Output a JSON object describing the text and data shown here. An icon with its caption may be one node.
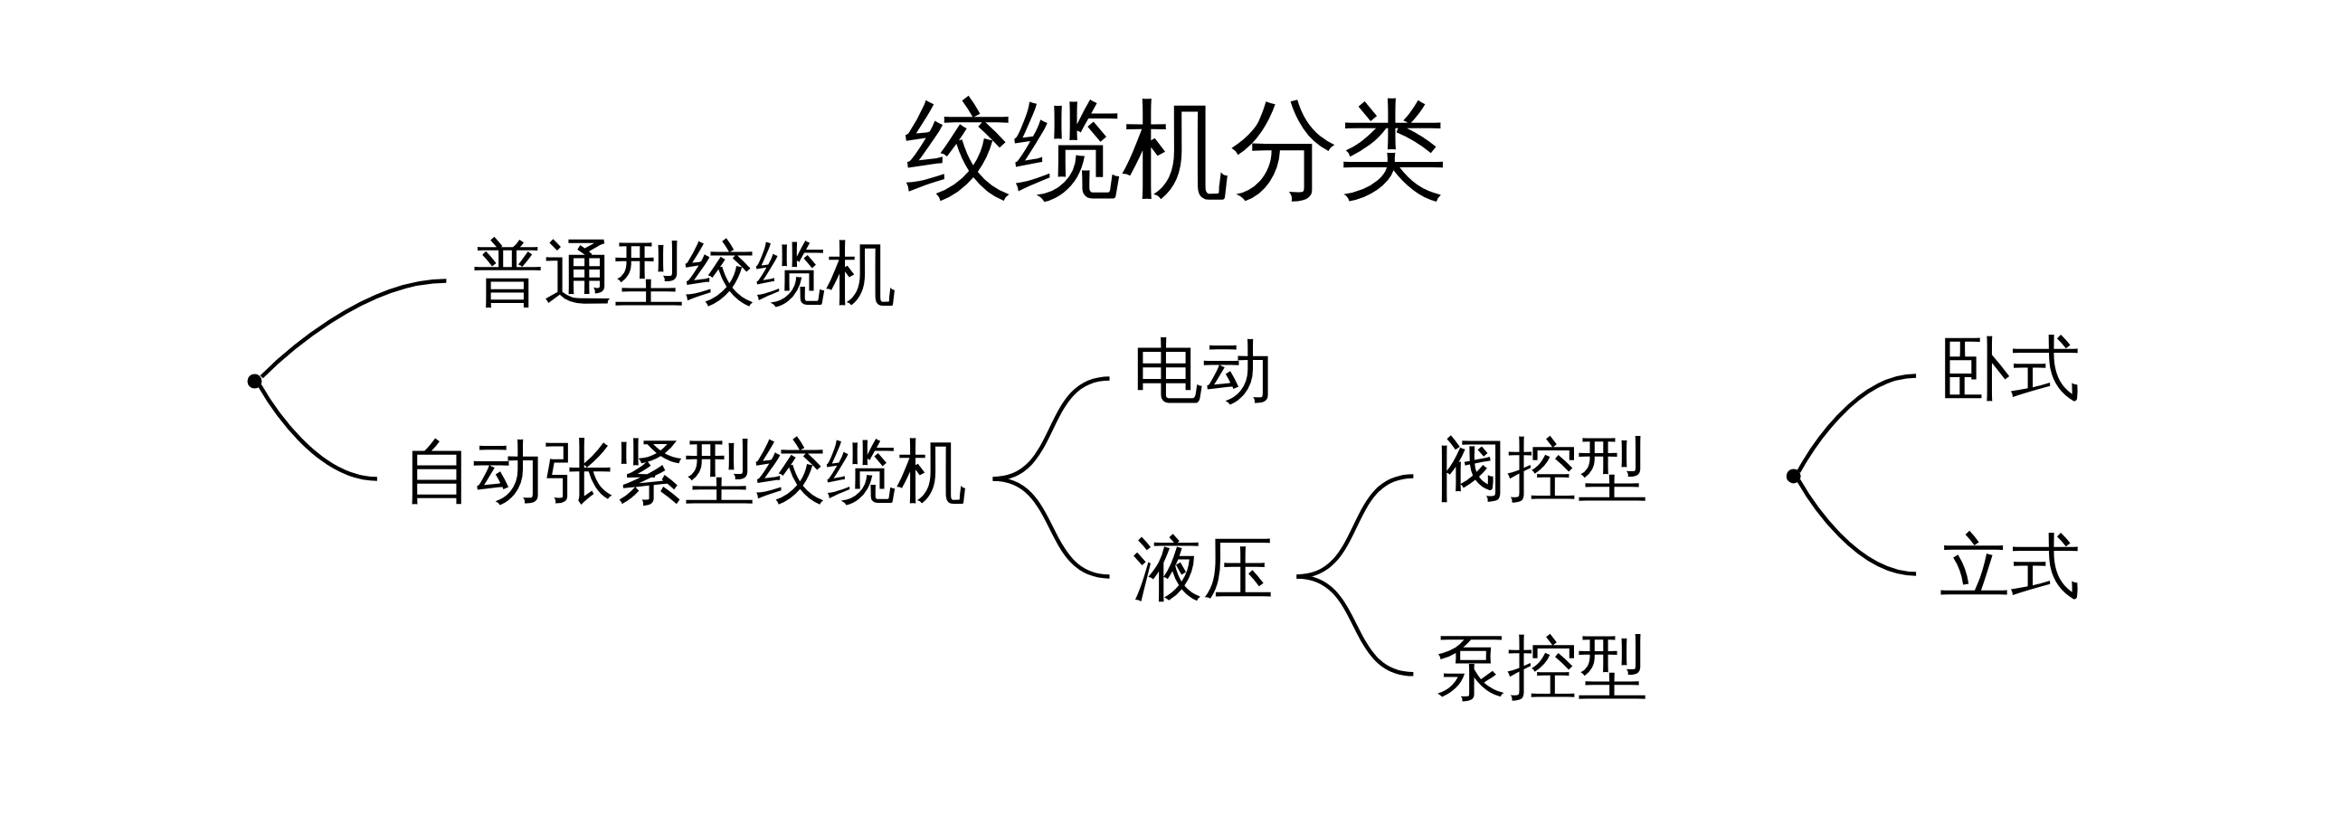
{
  "diagram": {
    "title": "绞缆机分类",
    "nodes": [
      {
        "text": [],
        "shape": "point"
      },
      {
        "text": [
          "普通型绞缆机"
        ]
      },
      {
        "text": [
          "自动张紧型绞缆机"
        ]
      },
      {
        "text": [
          "电动"
        ]
      },
      {
        "text": [
          "液压"
        ]
      },
      {
        "text": [
          "阀控型"
        ]
      },
      {
        "text": [
          "泵控型"
        ]
      },
      {
        "text": [],
        "shape": "point"
      },
      {
        "text": [
          "卧式"
        ]
      },
      {
        "text": [
          "立式"
        ]
      }
    ],
    "edges": [
      {
        "from": 0,
        "to": 1,
        "arrow": "none"
      },
      {
        "from": 0,
        "to": 2,
        "arrow": "none"
      },
      {
        "from": 2,
        "to": 3,
        "arrow": "none"
      },
      {
        "from": 2,
        "to": 4,
        "arrow": "none"
      },
      {
        "from": 4,
        "to": 5,
        "arrow": "none"
      },
      {
        "from": 4,
        "to": 6,
        "arrow": "none"
      },
      {
        "from": 7,
        "to": 8,
        "arrow": "none"
      },
      {
        "from": 7,
        "to": 9,
        "arrow": "none"
      }
    ]
  }
}
